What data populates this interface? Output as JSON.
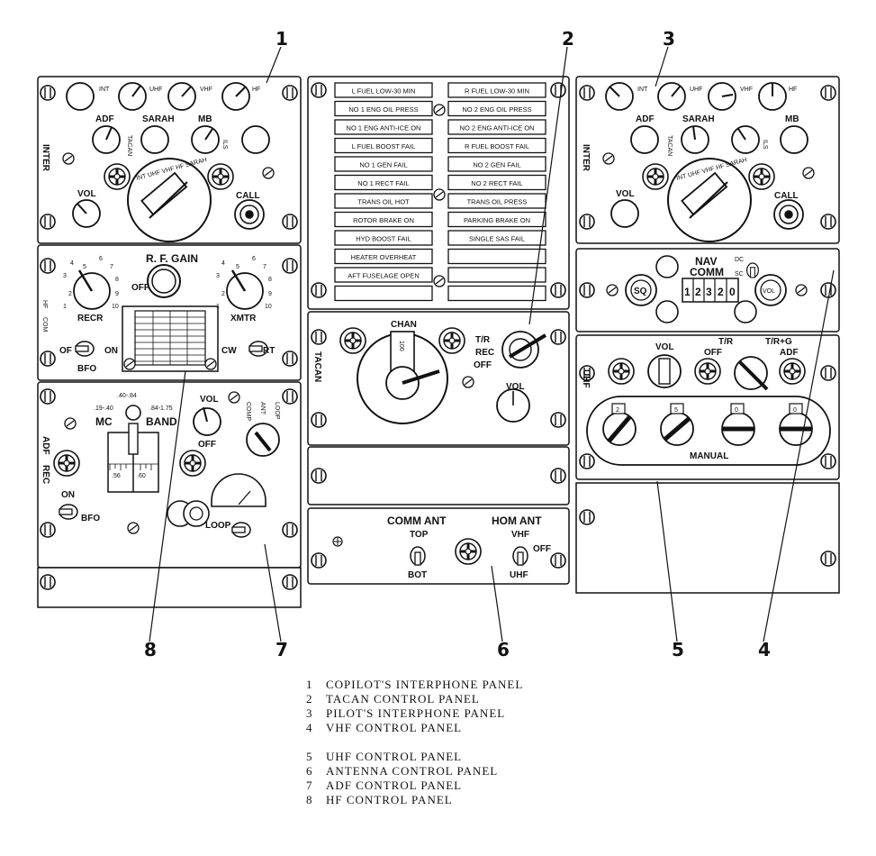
{
  "callouts": {
    "c1": "1",
    "c2": "2",
    "c3": "3",
    "c4": "4",
    "c5": "5",
    "c6": "6",
    "c7": "7",
    "c8": "8"
  },
  "copilot_interphone": {
    "int": "INT",
    "uhf": "UHF",
    "vhf": "VHF",
    "hf": "HF",
    "adf": "ADF",
    "tacan": "TACAN",
    "sarah": "SARAH",
    "mb": "MB",
    "ils": "ILS",
    "inter": "INTER",
    "vol": "VOL",
    "call": "CALL",
    "selector": "INT UHF VHF HF SARAH"
  },
  "pilot_interphone": {
    "int": "INT",
    "uhf": "UHF",
    "vhf": "VHF",
    "hf": "HF",
    "adf": "ADF",
    "tacan": "TACAN",
    "sarah": "SARAH",
    "mb": "MB",
    "ils": "ILS",
    "inter": "INTER",
    "vol": "VOL",
    "call": "CALL",
    "selector": "INT UHF VHF HF SARAH"
  },
  "hf_panel": {
    "rf_gain": "R. F. GAIN",
    "off": "OFF",
    "recr": "RECR",
    "xmtr": "XMTR",
    "hf": "HF",
    "com": "COM",
    "of": "OF",
    "on": "ON",
    "bfo": "BFO",
    "cw": "CW",
    "rt": "RT",
    "dial": [
      "1",
      "2",
      "3",
      "4",
      "5",
      "6",
      "7",
      "8",
      "9",
      "10"
    ]
  },
  "caution_panel": {
    "left": [
      "L FUEL LOW-30 MIN",
      "NO 1 ENG OIL PRESS",
      "NO 1 ENG ANTI-ICE ON",
      "L FUEL BOOST FAIL",
      "NO 1 GEN FAIL",
      "NO 1 RECT FAIL",
      "TRANS OIL HOT",
      "ROTOR BRAKE ON",
      "HYD BOOST FAIL",
      "HEATER OVERHEAT",
      "AFT FUSELAGE OPEN",
      ""
    ],
    "right": [
      "R FUEL LOW-30 MIN",
      "NO 2 ENG OIL PRESS",
      "NO 2 ENG ANTI-ICE ON",
      "R FUEL BOOST FAIL",
      "NO 2 GEN FAIL",
      "NO 2 RECT FAIL",
      "TRANS OIL PRESS",
      "PARKING BRAKE ON",
      "SINGLE SAS FAIL",
      "",
      "",
      ""
    ]
  },
  "tacan_panel": {
    "tacan": "TACAN",
    "chan": "CHAN",
    "window": "100",
    "tr": "T/R",
    "rec": "REC",
    "off": "OFF",
    "vol": "VOL"
  },
  "adf_panel": {
    "adf": "ADF",
    "rec": "REC",
    "mc": "MC",
    "band": "BAND",
    "b1": ".19-.40",
    "b2": ".40-.84",
    "b3": ".84-1.75",
    "s1": ".56",
    "s2": ".60",
    "vol": "VOL",
    "off": "OFF",
    "comp": "COMP",
    "ant": "ANT",
    "loop": "LOOP",
    "on": "ON",
    "bfo": "BFO",
    "loop2": "LOOP"
  },
  "vhf_panel": {
    "nav": "NAV",
    "comm": "COMM",
    "dc": "DC",
    "sc": "SC",
    "sq": "SQ",
    "vol": "VOL",
    "freq": [
      "1",
      "2",
      "3",
      "2",
      "0"
    ]
  },
  "uhf_panel": {
    "uhf": "UHF",
    "vol": "VOL",
    "tr": "T/R",
    "trg": "T/R+G",
    "off": "OFF",
    "adf": "ADF",
    "manual": "MANUAL",
    "d1": "2",
    "d2": "5",
    "d3": "0",
    "d4": "0"
  },
  "antenna_panel": {
    "comm_ant": "COMM ANT",
    "hom_ant": "HOM ANT",
    "top": "TOP",
    "bot": "BOT",
    "vhf": "VHF",
    "uhf": "UHF",
    "off": "OFF"
  },
  "legend": [
    {
      "num": "1",
      "text": "COPILOT'S INTERPHONE PANEL"
    },
    {
      "num": "2",
      "text": "TACAN CONTROL PANEL"
    },
    {
      "num": "3",
      "text": "PILOT'S INTERPHONE PANEL"
    },
    {
      "num": "4",
      "text": "VHF CONTROL PANEL"
    },
    {
      "num": "5",
      "text": "UHF CONTROL PANEL"
    },
    {
      "num": "6",
      "text": "ANTENNA CONTROL PANEL"
    },
    {
      "num": "7",
      "text": "ADF CONTROL PANEL"
    },
    {
      "num": "8",
      "text": "HF CONTROL PANEL"
    }
  ]
}
